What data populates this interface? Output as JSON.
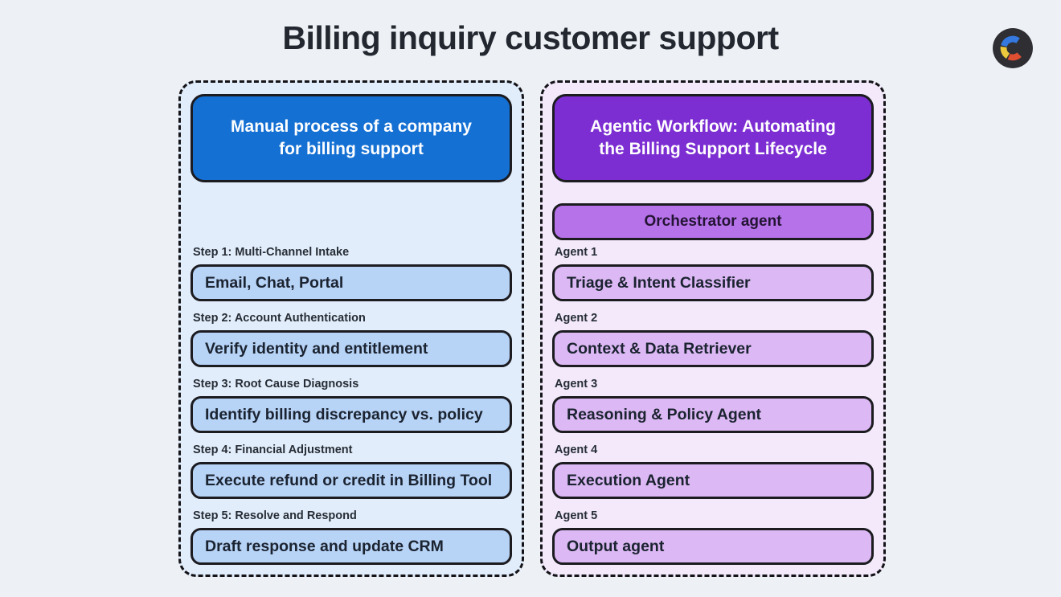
{
  "title": "Billing inquiry customer support",
  "logo": {
    "name": "c-logo"
  },
  "colors": {
    "page_background": "#edf1f6",
    "left_panel_background": "#e2edfb",
    "right_panel_background": "#f3e9fb",
    "left_header": "#1570d3",
    "right_header": "#7c2ed2",
    "left_box": "#b7d3f6",
    "right_box": "#dcb9f4",
    "orchestrator_box": "#b672e9",
    "border": "#1b1b20",
    "logo_blue": "#3478e0",
    "logo_yellow": "#edc83d",
    "logo_orange": "#dd4f30"
  },
  "left_panel": {
    "header": "Manual process of a company for billing support",
    "sections": [
      {
        "label": "Step 1: Multi-Channel Intake",
        "box": "Email, Chat, Portal"
      },
      {
        "label": "Step 2: Account Authentication",
        "box": "Verify identity and entitlement"
      },
      {
        "label": "Step 3: Root Cause Diagnosis",
        "box": "Identify billing discrepancy vs. policy"
      },
      {
        "label": "Step 4: Financial Adjustment",
        "box": "Execute refund or credit in Billing Tool"
      },
      {
        "label": "Step 5: Resolve and Respond",
        "box": "Draft response and update CRM"
      }
    ]
  },
  "right_panel": {
    "header": "Agentic Workflow: Automating the Billing Support Lifecycle",
    "orchestrator": "Orchestrator agent",
    "sections": [
      {
        "label": "Agent 1",
        "box": "Triage & Intent Classifier"
      },
      {
        "label": "Agent 2",
        "box": "Context & Data Retriever"
      },
      {
        "label": "Agent 3",
        "box": "Reasoning & Policy Agent"
      },
      {
        "label": "Agent 4",
        "box": "Execution Agent"
      },
      {
        "label": "Agent 5",
        "box": "Output agent"
      }
    ]
  }
}
